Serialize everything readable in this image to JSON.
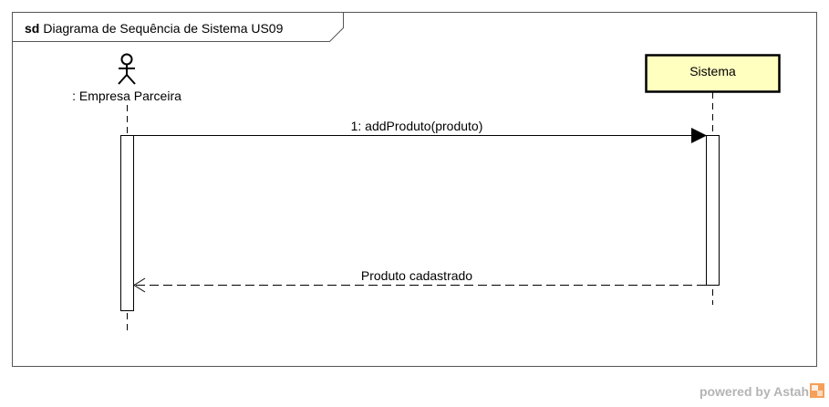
{
  "frame": {
    "keyword": "sd",
    "title": "Diagrama de Sequência de Sistema US09"
  },
  "lifelines": [
    {
      "name": ": Empresa Parceira",
      "kind": "actor"
    },
    {
      "name": "Sistema",
      "kind": "object",
      "fill": "#ffffc0"
    }
  ],
  "messages": [
    {
      "label": "1: addProduto(produto)",
      "type": "sync"
    },
    {
      "label": "Produto cadastrado",
      "type": "return"
    }
  ],
  "watermark": {
    "text": "powered by Astah"
  }
}
